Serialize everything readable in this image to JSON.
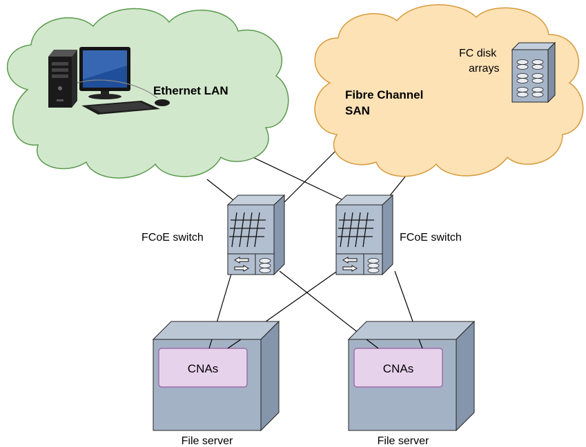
{
  "clouds": {
    "lan": {
      "label": "Ethernet LAN"
    },
    "san": {
      "label_line1": "Fibre Channel",
      "label_line2": "SAN"
    }
  },
  "disk_arrays": {
    "label_line1": "FC disk",
    "label_line2": "arrays"
  },
  "switches": [
    {
      "label": "FCoE switch"
    },
    {
      "label": "FCoE switch"
    }
  ],
  "servers": [
    {
      "label": "File server",
      "card_label": "CNAs"
    },
    {
      "label": "File server",
      "card_label": "CNAs"
    }
  ],
  "colors": {
    "lan_cloud": "#d2e8cc",
    "lan_cloud_border": "#5a9a4e",
    "san_cloud": "#fde2b6",
    "san_cloud_border": "#d79a3a",
    "switch_face": "#b2bfd0",
    "switch_side": "#8797ad",
    "server_face": "#a4b2c5",
    "server_side": "#8595ab",
    "cna_card": "#e7d2ec",
    "cna_border": "#9a6fa8",
    "link": "#000000"
  }
}
